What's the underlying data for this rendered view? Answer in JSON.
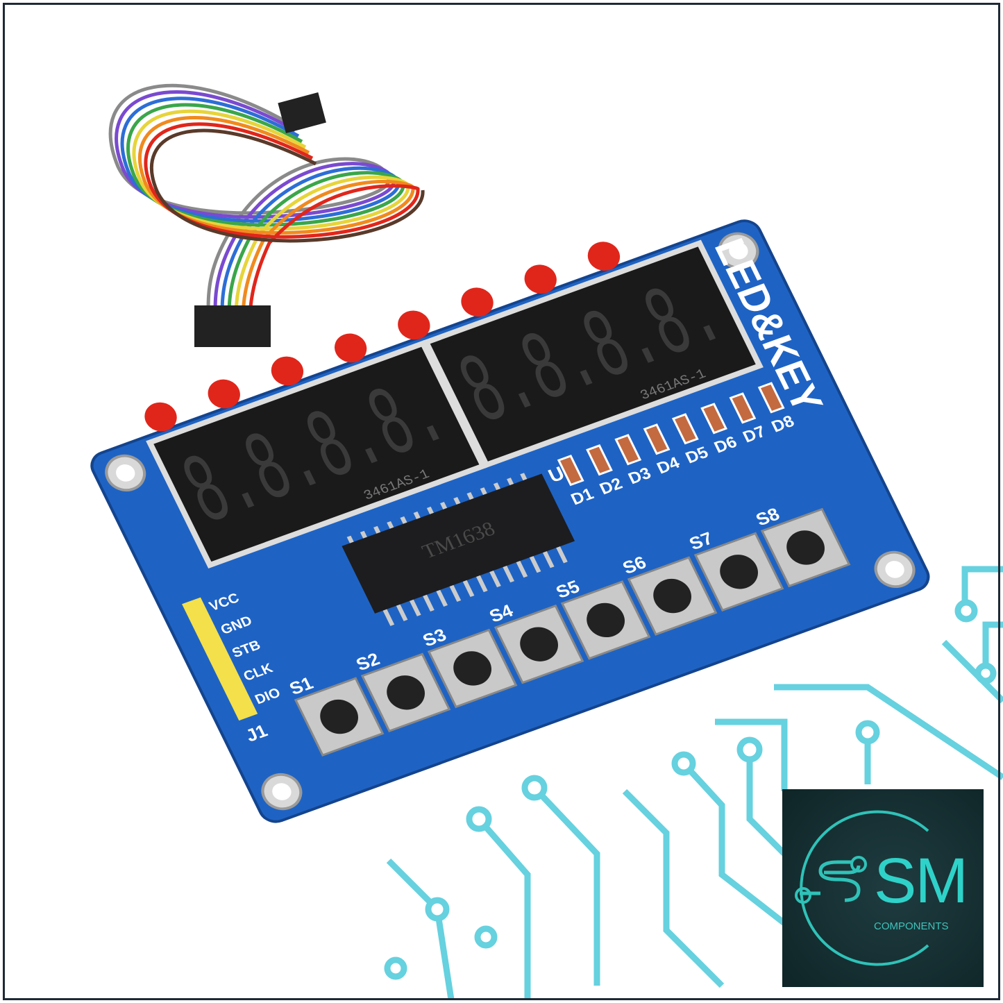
{
  "board": {
    "title": "LED&KEY",
    "chip_label": "TM1638",
    "chip_ref": "U1",
    "display_part": "3461AS-1",
    "connector_ref": "J1",
    "pins": [
      "VCC",
      "GND",
      "STB",
      "CLK",
      "DIO"
    ],
    "switches": [
      "S1",
      "S2",
      "S3",
      "S4",
      "S5",
      "S6",
      "S7",
      "S8"
    ],
    "diodes": [
      "D1",
      "D2",
      "D3",
      "D4",
      "D5",
      "D6",
      "D7",
      "D8"
    ],
    "digit_text": "8.8.8.8."
  },
  "logo": {
    "brand": "SM",
    "subtitle": "COMPONENTS"
  },
  "colors": {
    "pcb": "#1e63c4",
    "led": "#e0261b",
    "circuit_bg": "#36c6d8",
    "logo_bg": "#15302f",
    "logo_accent": "#2fd2c8"
  }
}
